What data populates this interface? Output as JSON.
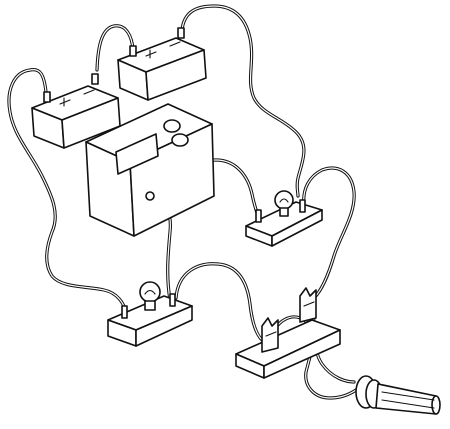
{
  "diagram": {
    "components": [
      {
        "id": "battery-left",
        "icon": "battery-icon"
      },
      {
        "id": "battery-right",
        "icon": "battery-icon"
      },
      {
        "id": "power-meter",
        "icon": "meter-box-icon"
      },
      {
        "id": "bulb-right",
        "icon": "light-bulb-icon"
      },
      {
        "id": "bulb-left",
        "icon": "light-bulb-icon"
      },
      {
        "id": "switch-block",
        "icon": "clip-terminal-icon"
      },
      {
        "id": "probe-rod",
        "icon": "rod-probe-icon"
      }
    ],
    "connections": [
      [
        "battery-left",
        "battery-right"
      ],
      [
        "battery-right",
        "bulb-right"
      ],
      [
        "battery-left",
        "bulb-left"
      ],
      [
        "power-meter",
        "bulb-left"
      ],
      [
        "power-meter",
        "bulb-right"
      ],
      [
        "bulb-left",
        "switch-block"
      ],
      [
        "bulb-right",
        "switch-block"
      ],
      [
        "switch-block",
        "probe-rod"
      ]
    ],
    "colors": {
      "ink": "#111111",
      "paper": "#ffffff"
    }
  }
}
